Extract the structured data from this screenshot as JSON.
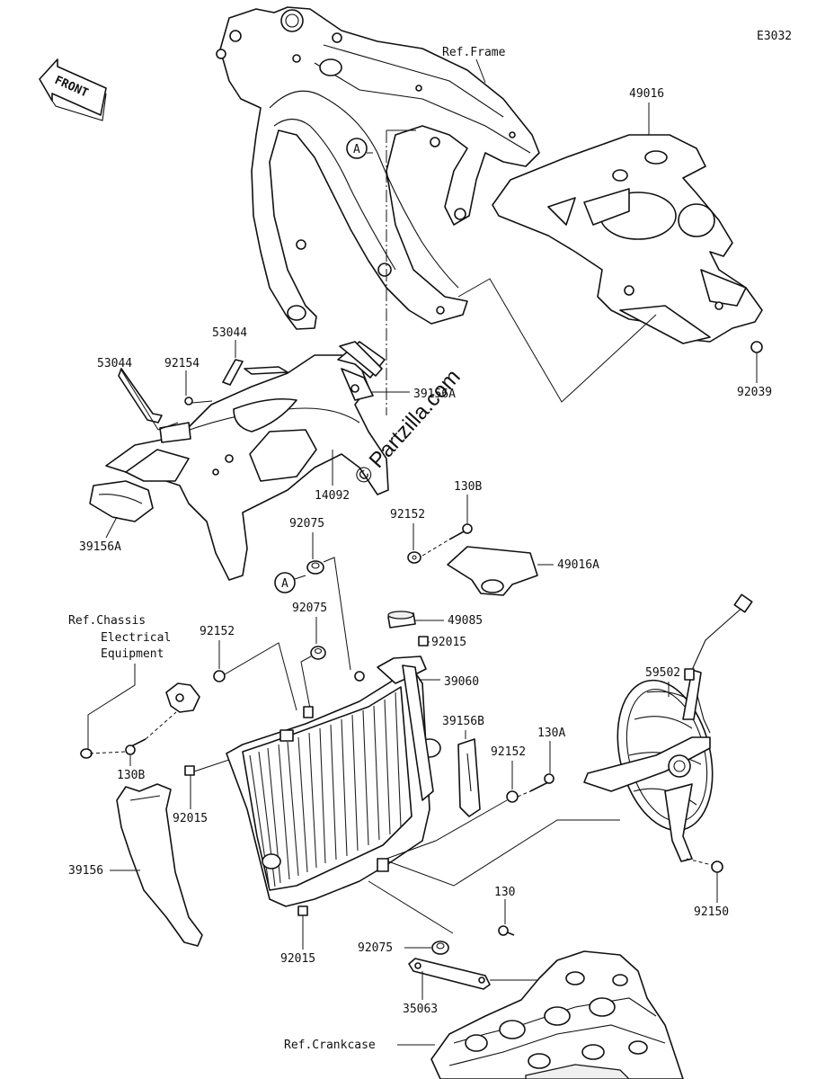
{
  "diagram": {
    "code": "E3032",
    "watermark": "© Partzilla.com",
    "front_badge": "FRONT",
    "callout_marker": "A",
    "ref_labels": {
      "frame": "Ref.Frame",
      "chassis_line1": "Ref.Chassis",
      "chassis_line2": "Electrical",
      "chassis_line3": "Equipment",
      "crankcase": "Ref.Crankcase"
    },
    "part_labels": {
      "p49016": "49016",
      "p92039": "92039",
      "p39156A_top": "39156A",
      "p53044_mid": "53044",
      "p53044_left": "53044",
      "p92154": "92154",
      "p14092": "14092",
      "p39156A_left": "39156A",
      "p130B_top": "130B",
      "p92152_top": "92152",
      "p92075_top": "92075",
      "p49016A": "49016A",
      "p92075_mid": "92075",
      "p92152_left": "92152",
      "p49085": "49085",
      "p92015_top": "92015",
      "p39060": "39060",
      "p39156B": "39156B",
      "p59502": "59502",
      "p130B_left": "130B",
      "p130A": "130A",
      "p92152_right": "92152",
      "p92015_left": "92015",
      "p39156": "39156",
      "p92150": "92150",
      "p130": "130",
      "p92075_bottom": "92075",
      "p92015_bottom": "92015",
      "p35063": "35063"
    }
  }
}
